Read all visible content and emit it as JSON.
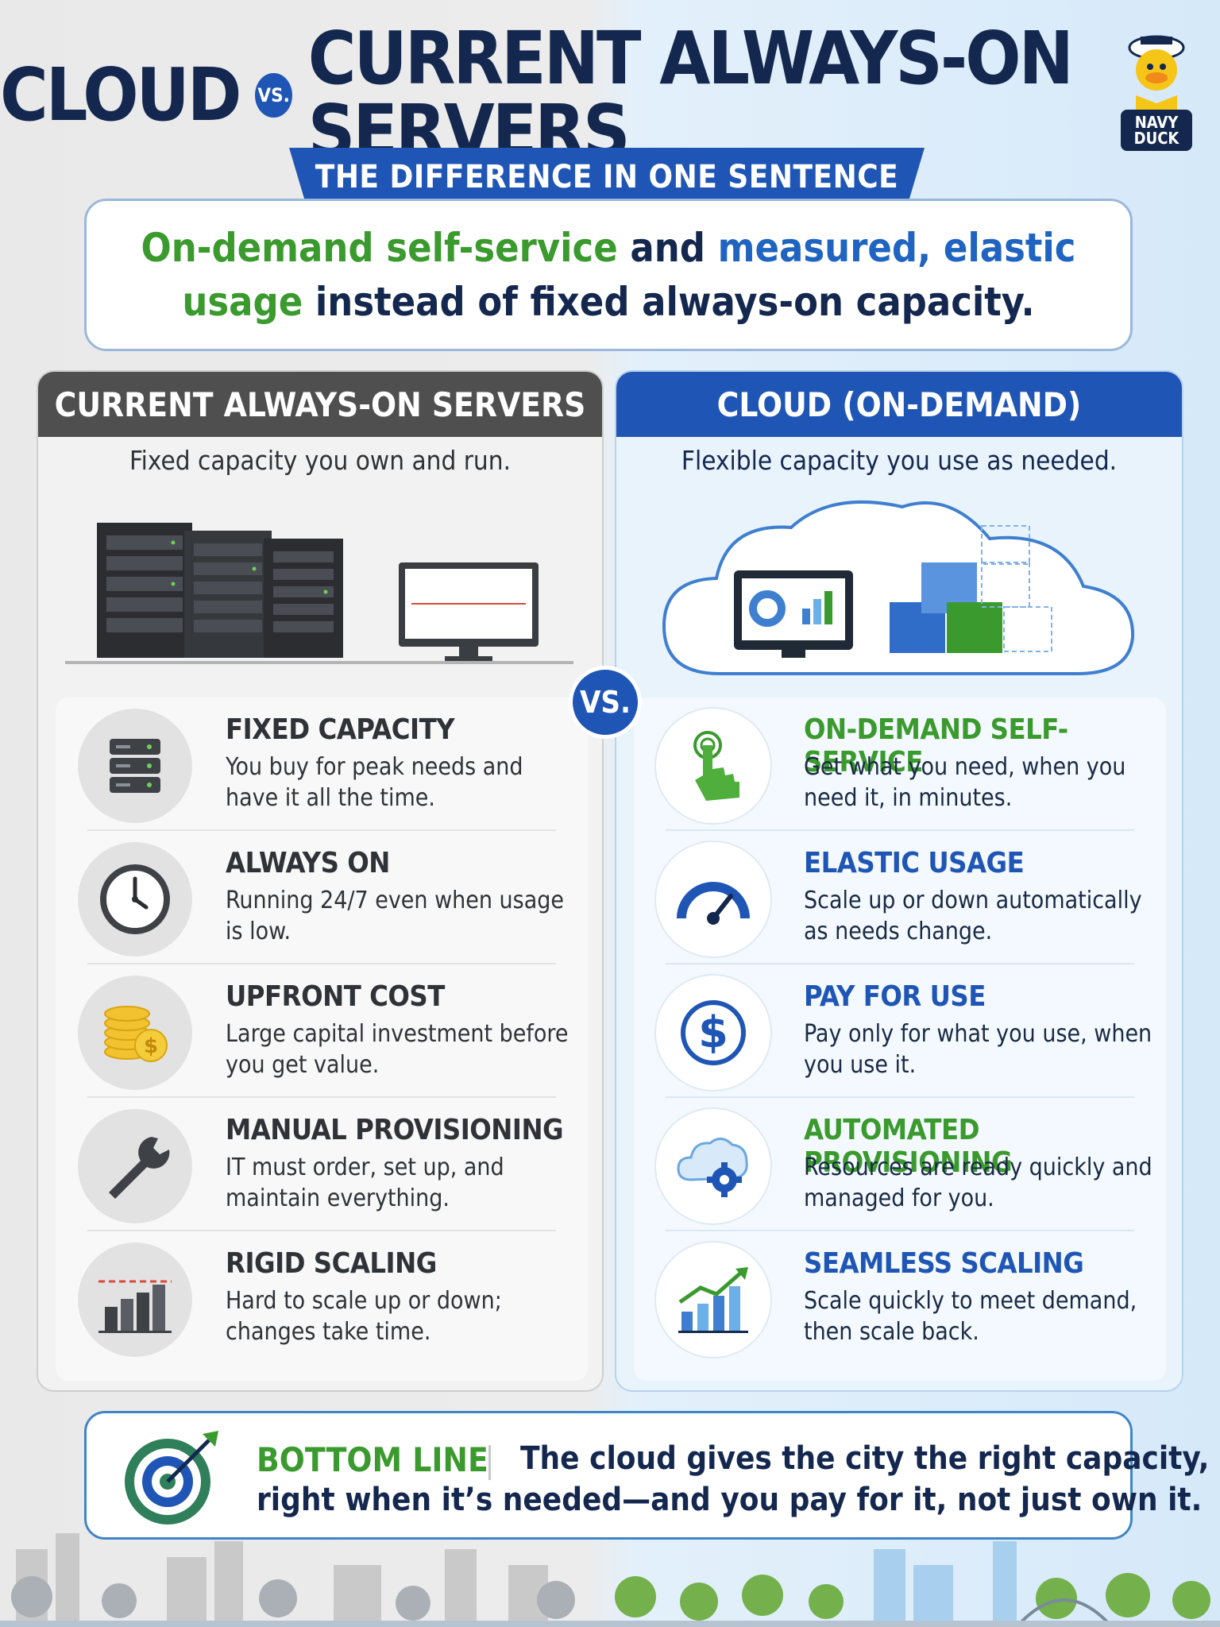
{
  "header": {
    "title_left": "CLOUD",
    "vs_small": "VS.",
    "title_right": "CURRENT ALWAYS-ON SERVERS",
    "mascot_line1": "NAVY",
    "mascot_line2": "DUCK"
  },
  "ribbon": {
    "label": "THE DIFFERENCE IN ONE SENTENCE"
  },
  "sentence": {
    "part1": "On-demand self-service",
    "part2": " and ",
    "part3": "measured, elastic",
    "part4": "usage",
    "part5": " instead of fixed always-on capacity."
  },
  "vs_big": "VS.",
  "left": {
    "header": "CURRENT ALWAYS-ON SERVERS",
    "subtitle": "Fixed capacity you own and run.",
    "features": [
      {
        "icon": "server-icon",
        "title": "FIXED CAPACITY",
        "desc": "You buy for peak needs and have it all the time."
      },
      {
        "icon": "clock-icon",
        "title": "ALWAYS ON",
        "desc": "Running 24/7 even when usage is low."
      },
      {
        "icon": "coins-icon",
        "title": "UPFRONT COST",
        "desc": "Large capital investment before you get value."
      },
      {
        "icon": "wrench-icon",
        "title": "MANUAL PROVISIONING",
        "desc": "IT must order, set up, and maintain everything."
      },
      {
        "icon": "bar-chart-icon",
        "title": "RIGID SCALING",
        "desc": "Hard to scale up or down; changes take time."
      }
    ]
  },
  "right": {
    "header": "CLOUD (ON-DEMAND)",
    "subtitle": "Flexible capacity you use as needed.",
    "features": [
      {
        "icon": "tap-hand-icon",
        "title": "ON-DEMAND SELF-SERVICE",
        "desc": "Get what you need, when you need it, in minutes."
      },
      {
        "icon": "gauge-icon",
        "title": "ELASTIC USAGE",
        "desc": "Scale up or down automatically as needs change."
      },
      {
        "icon": "dollar-icon",
        "title": "PAY FOR USE",
        "desc": "Pay only for what you use, when you use it."
      },
      {
        "icon": "cloud-gear-icon",
        "title": "AUTOMATED PROVISIONING",
        "desc": "Resources are ready quickly and managed for you."
      },
      {
        "icon": "growth-chart-icon",
        "title": "SEAMLESS SCALING",
        "desc": "Scale quickly to meet demand, then scale back."
      }
    ]
  },
  "bottom": {
    "label": "BOTTOM LINE",
    "line1": "The cloud gives the city the right capacity,",
    "line2": "right when it’s needed—and you pay for it, not just own it."
  },
  "colors": {
    "navy": "#14284f",
    "blue": "#1f56b5",
    "green": "#3a9a2d",
    "gray": "#4f4f4f"
  }
}
